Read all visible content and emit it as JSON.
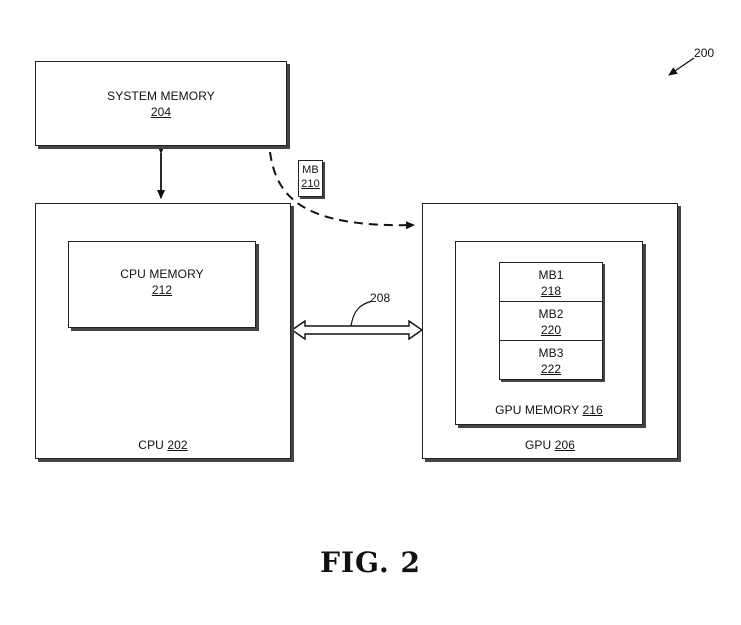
{
  "figure": {
    "ref": "200",
    "caption": "FIG. 2"
  },
  "system_memory": {
    "title": "SYSTEM MEMORY",
    "ref": "204"
  },
  "mb_block": {
    "title": "MB",
    "ref": "210"
  },
  "cpu": {
    "title": "CPU",
    "ref": "202",
    "memory": {
      "title": "CPU MEMORY",
      "ref": "212"
    }
  },
  "bus": {
    "ref": "208"
  },
  "gpu": {
    "title": "GPU",
    "ref": "206",
    "memory": {
      "title": "GPU MEMORY",
      "ref": "216",
      "blocks": [
        {
          "title": "MB1",
          "ref": "218"
        },
        {
          "title": "MB2",
          "ref": "220"
        },
        {
          "title": "MB3",
          "ref": "222"
        }
      ]
    }
  }
}
